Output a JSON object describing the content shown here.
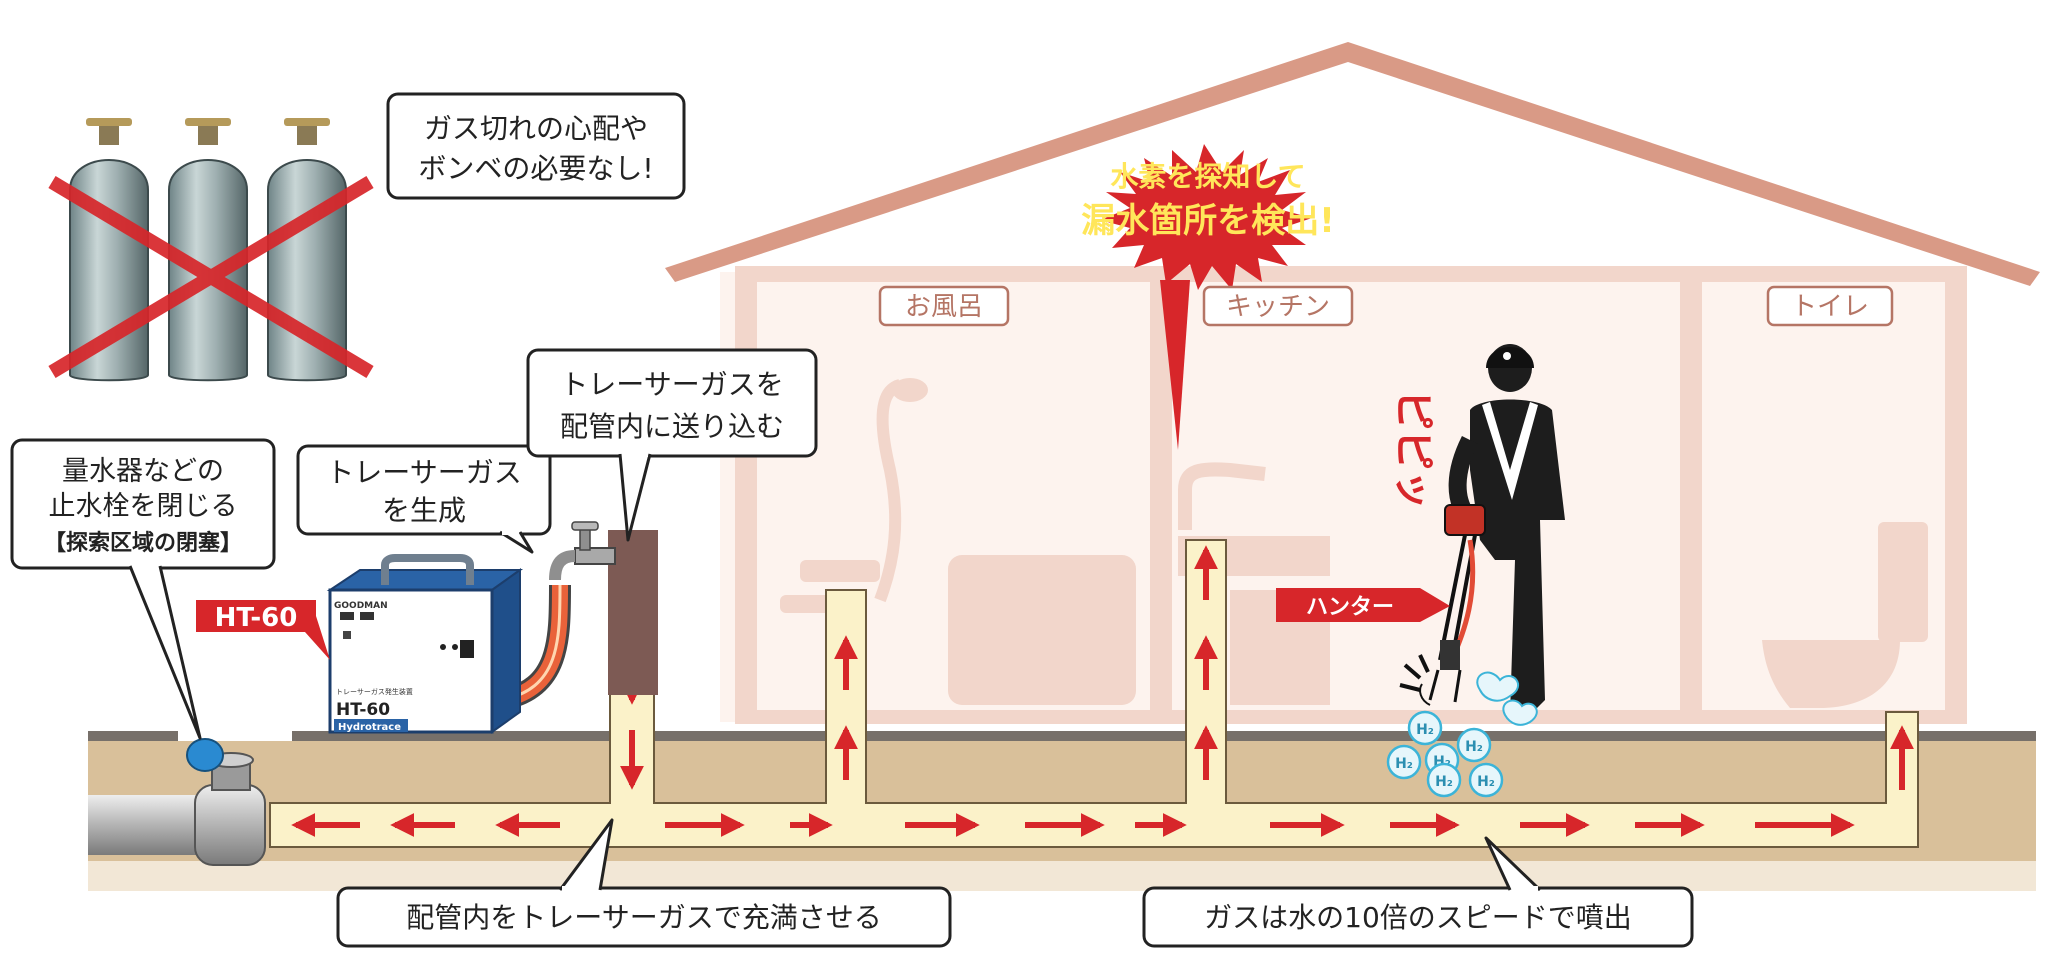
{
  "bubbles": {
    "no_cylinder": {
      "line1": "ガス切れの心配や",
      "line2": "ボンベの必要なし!"
    },
    "shutoff": {
      "line1": "量水器などの",
      "line2": "止水栓を閉じる",
      "line3": "【探索区域の閉塞】"
    },
    "generate": {
      "line1": "トレーサーガス",
      "line2": "を生成"
    },
    "send_in": {
      "line1": "トレーサーガスを",
      "line2": "配管内に送り込む"
    },
    "fill": {
      "text": "配管内をトレーサーガスで充満させる"
    },
    "speed": {
      "text": "ガスは水の10倍のスピードで噴出"
    },
    "detect": {
      "line1": "水素を探知して",
      "line2": "漏水箇所を検出!"
    }
  },
  "labels": {
    "model": "HT-60",
    "hunter": "ハンター",
    "beep": "ピピッ",
    "h2": "H₂"
  },
  "rooms": {
    "bath": "お風呂",
    "kitchen": "キッチン",
    "toilet": "トイレ"
  },
  "device": {
    "brand": "GOODMAN",
    "caption": "トレーサーガス発生装置",
    "model": "HT-60",
    "product": "Hydrotrace"
  },
  "colors": {
    "accent_red": "#d7262a",
    "house_pink": "#f2d6cb",
    "roof": "#d99a86",
    "soil": "#d9c09a",
    "pipe_gas": "#fbf2c9",
    "device_blue": "#2a63a6",
    "yellow_text": "#ffe65a"
  },
  "icons": [
    "gas-cylinder-icon",
    "cross-mark-icon",
    "water-meter-icon",
    "faucet-icon",
    "shower-icon",
    "worker-icon",
    "hydrogen-bubble-icon"
  ]
}
